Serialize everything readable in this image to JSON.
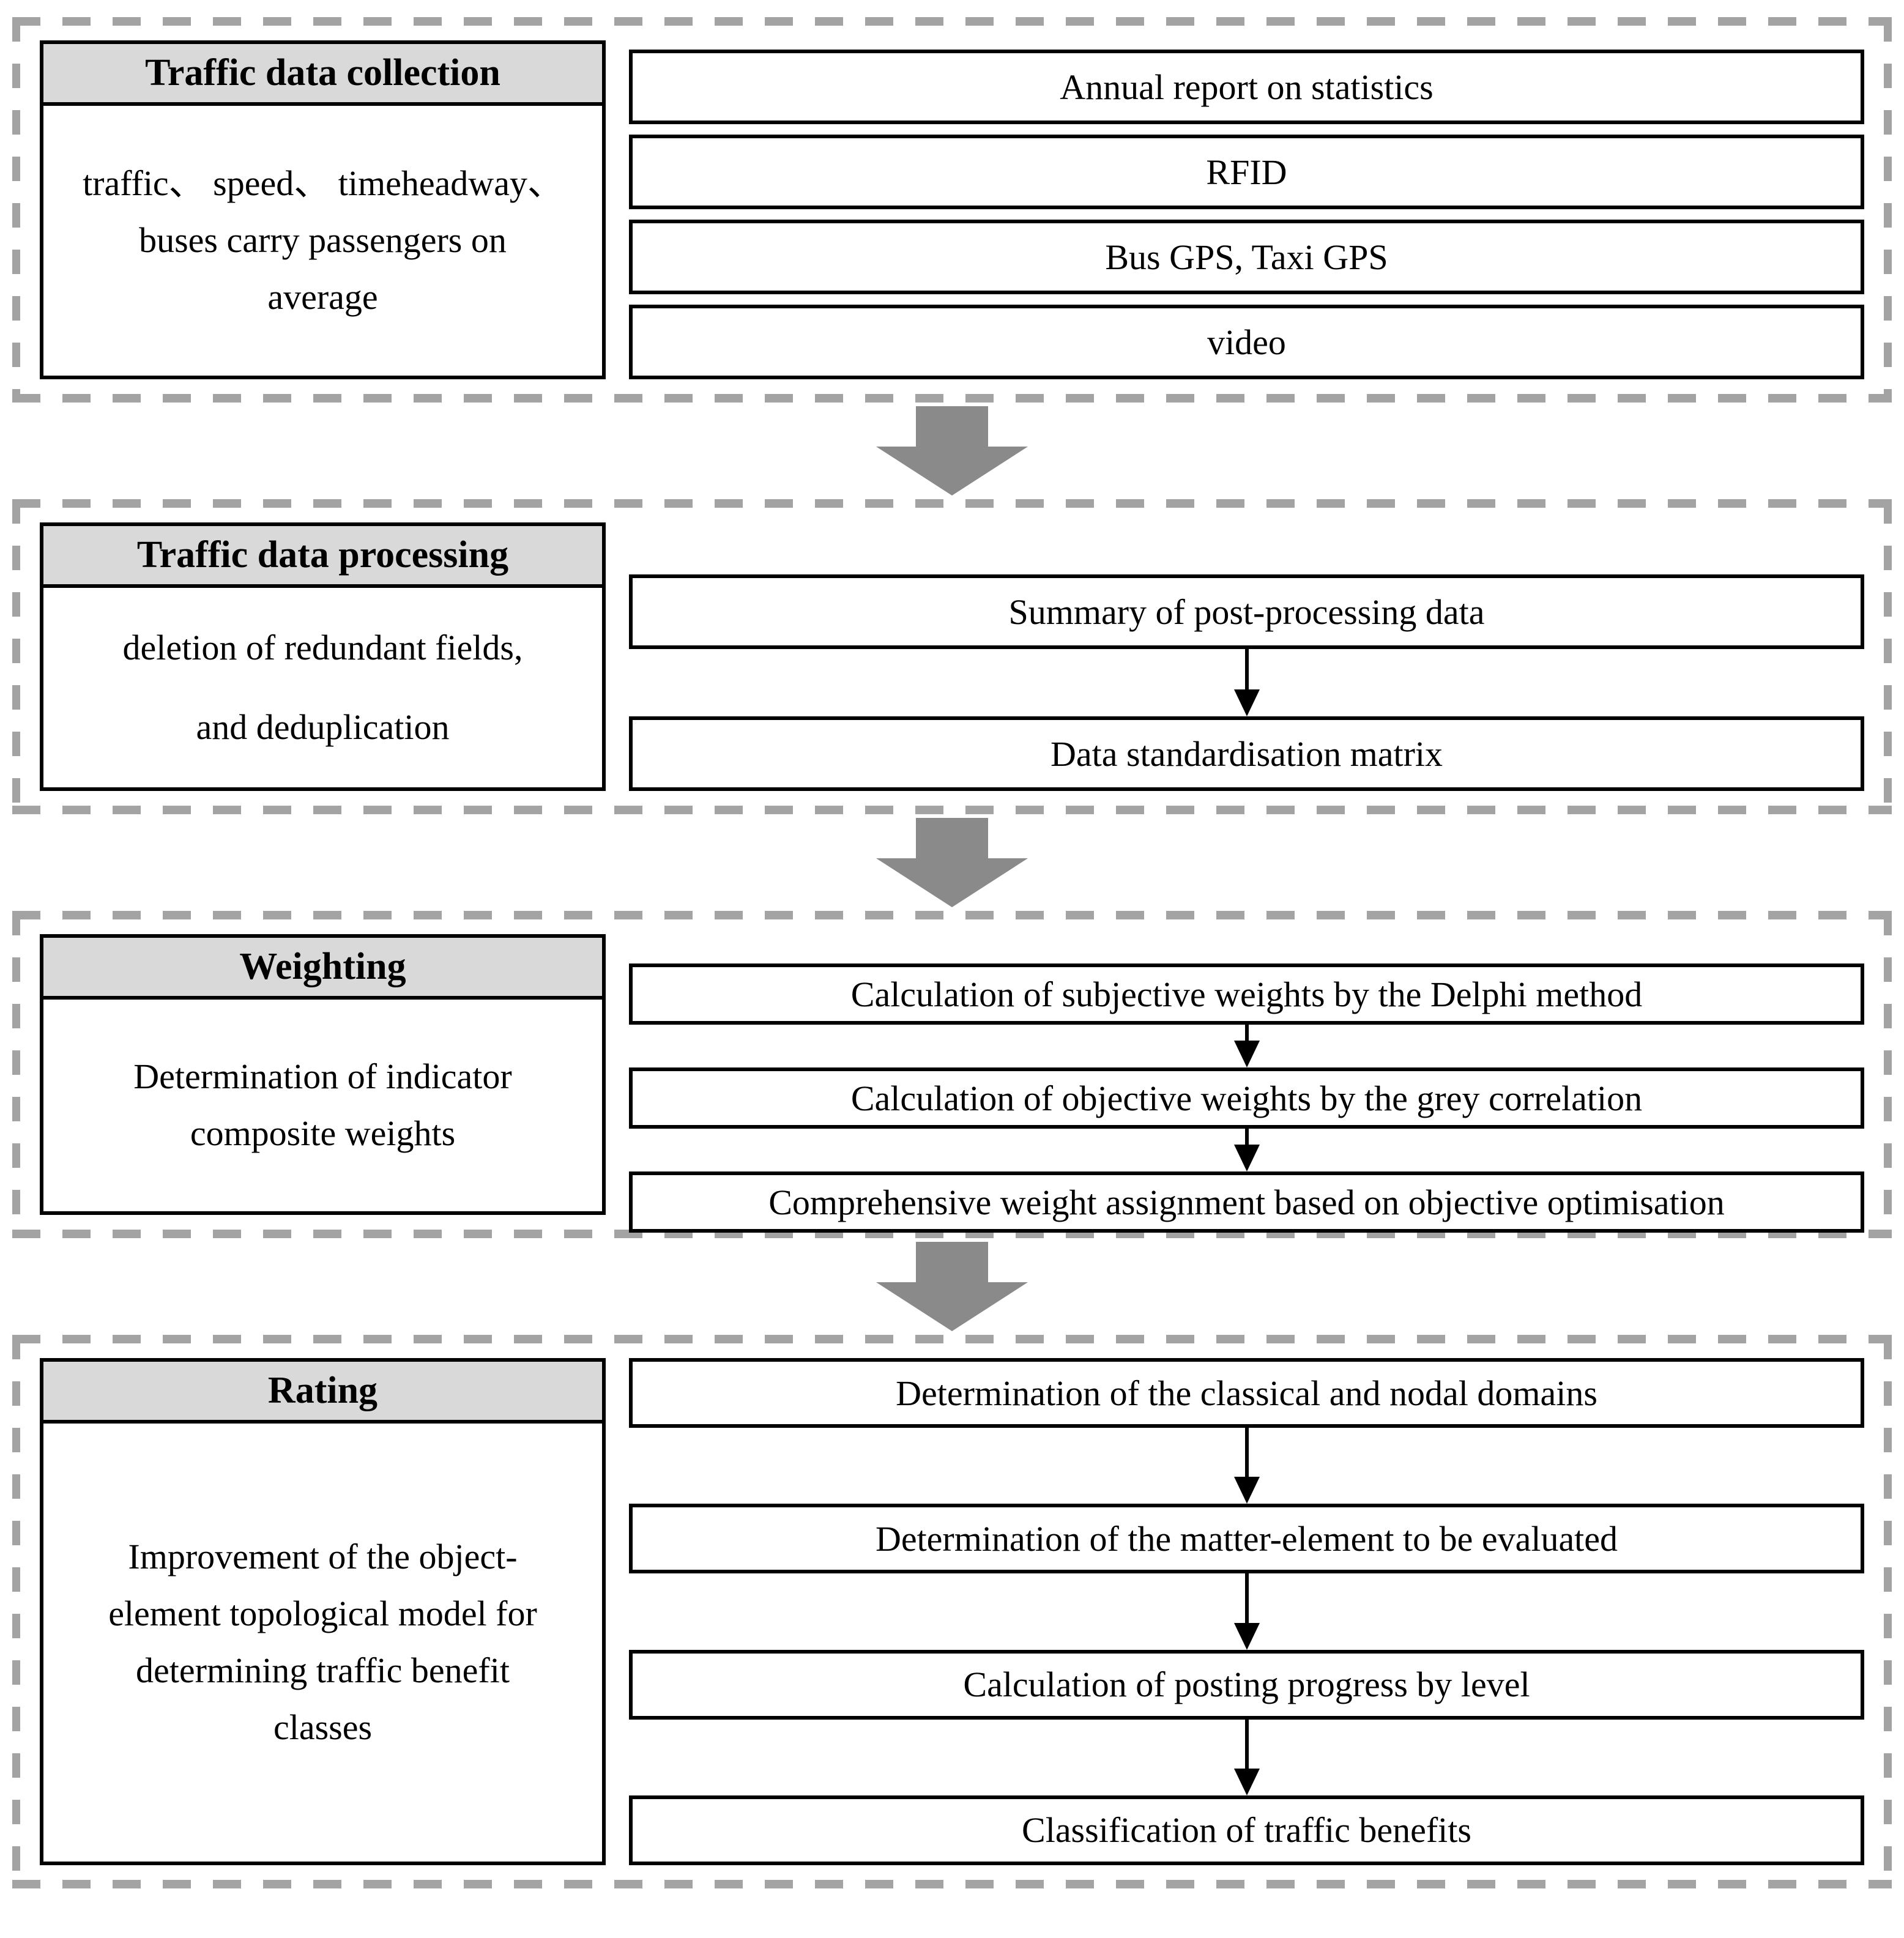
{
  "diagram": {
    "colors": {
      "section_dash": "#a3a3a3",
      "phase_header_bg": "#d9d9d9",
      "box_border": "#000000",
      "step_arrow": "#000000",
      "flow_arrow": "#8a8a8a",
      "text": "#000000",
      "page_bg": "#ffffff"
    },
    "sections": [
      {
        "header": "Traffic data collection",
        "description": "traffic、 speed、 timeheadway、\nbuses carry passengers on\naverage",
        "steps": [
          "Annual report on statistics",
          "RFID",
          "Bus GPS, Taxi GPS",
          "video"
        ],
        "step_arrows": false
      },
      {
        "header": "Traffic data processing",
        "description": "deletion of redundant fields,\nand deduplication",
        "steps": [
          "Summary of post-processing data",
          "Data standardisation matrix"
        ],
        "step_arrows": true
      },
      {
        "header": "Weighting",
        "description": "Determination of indicator\ncomposite weights",
        "steps": [
          "Calculation of subjective weights by the Delphi method",
          "Calculation of objective weights by the grey correlation",
          "Comprehensive weight assignment based on objective optimisation"
        ],
        "step_arrows": true
      },
      {
        "header": "Rating",
        "description": "Improvement of the object-\nelement topological model for\ndetermining traffic benefit\nclasses",
        "steps": [
          "Determination of the classical and nodal domains",
          "Determination of the matter-element to be evaluated",
          "Calculation of posting progress by level",
          "Classification of traffic benefits"
        ],
        "step_arrows": true
      }
    ]
  }
}
